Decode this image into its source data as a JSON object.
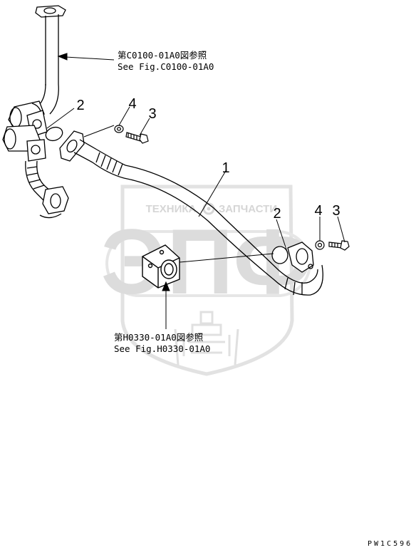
{
  "callouts": {
    "top_2": "2",
    "top_4": "4",
    "top_3": "3",
    "main_1": "1",
    "right_2": "2",
    "right_4": "4",
    "right_3": "3"
  },
  "references": {
    "top": {
      "jp": "第C0100-01A0図参照",
      "en": "See Fig.C0100-01A0"
    },
    "bottom": {
      "jp": "第H0330-01A0図参照",
      "en": "See Fig.H0330-01A0"
    }
  },
  "watermark": {
    "left": "ТЕХНИКА",
    "right": "ЗАПЧАСТИ",
    "logo_letters": "ЭПФ",
    "gear_icon": "gear-icon"
  },
  "drawing_code": "PW1C596"
}
